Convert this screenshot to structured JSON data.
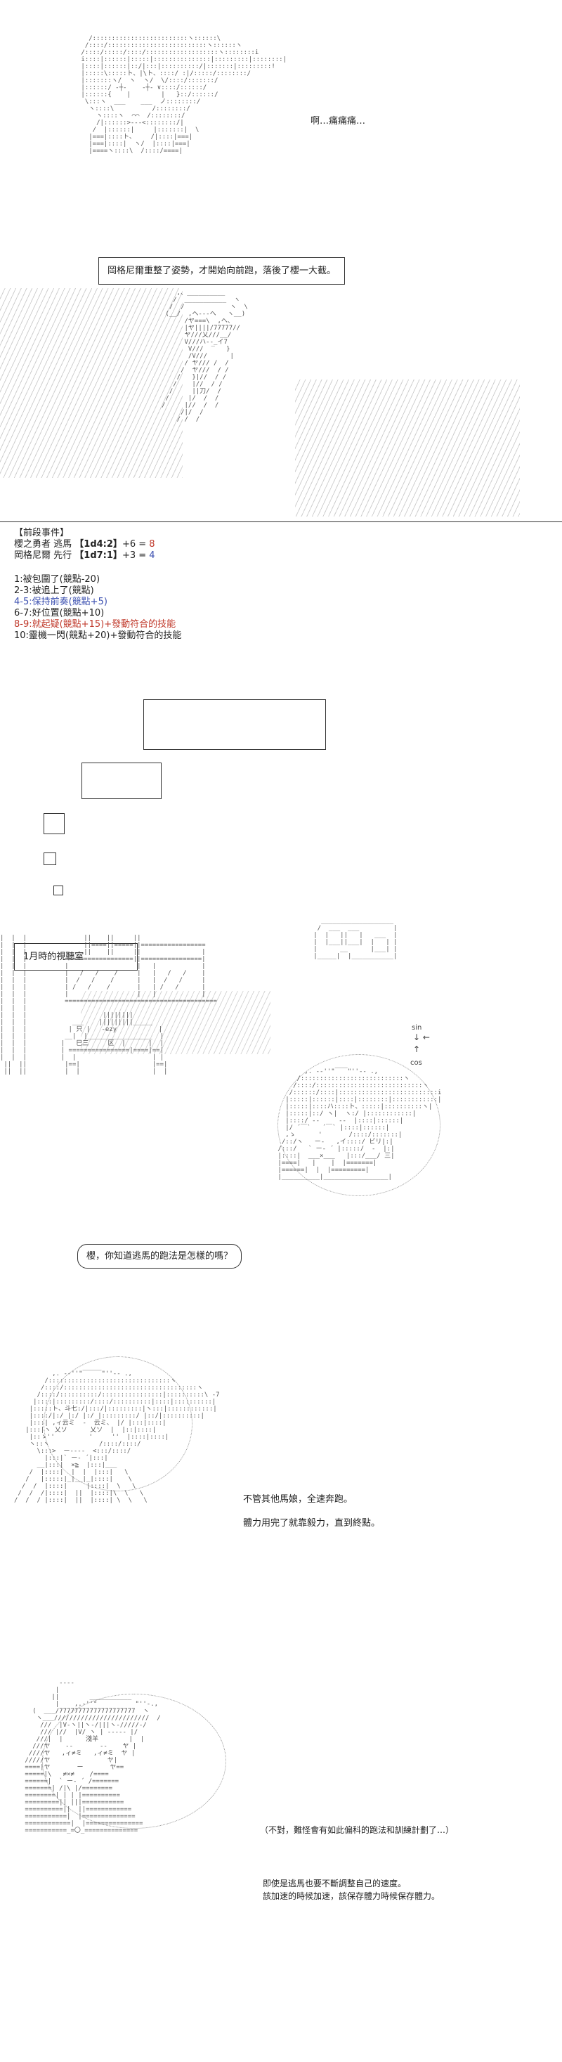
{
  "panel1": {
    "speech": "啊…痛痛痛…"
  },
  "panel2": {
    "narration": "岡格尼爾重整了姿勢，才開始向前跑，落後了櫻一大截。"
  },
  "panel3": {
    "heading": "【前段事件】",
    "roll_sakura": {
      "name": "櫻之勇者 逃馬",
      "dice": "【1d4:2】",
      "formula": "+6 = ",
      "result": "8"
    },
    "roll_gungnir": {
      "name": "岡格尼爾 先行",
      "dice": "【1d7:1】",
      "formula": "+3 = ",
      "result": "4"
    },
    "events": [
      "1:被包圍了(競點-20)",
      "2-3:被追上了(競點)",
      "4-5:保持前奏(競點+5)",
      "6-7:好位置(競點+10)",
      "8-9:就起疑(競點+15)+發動符合的技能",
      "10:靈機一閃(競點+20)+發動符合的技能"
    ]
  },
  "panel4": {
    "location": "1月時的視聽室",
    "board_sin": "sin",
    "board_cos": "cos",
    "speech": "櫻，你知道逃馬的跑法是怎樣的嗎？"
  },
  "panel5": {
    "line1": "不管其他馬娘，全速奔跑。",
    "line2": "體力用完了就靠毅力，直到終點。"
  },
  "panel6": {
    "aside": "（不對，難怪會有如此偏科的跑法和訓練計劃了…）",
    "line1": "即使是逃馬也要不斷調整自己的速度。",
    "line2": "該加速的時候加速，該保存體力時候保存體力。"
  }
}
